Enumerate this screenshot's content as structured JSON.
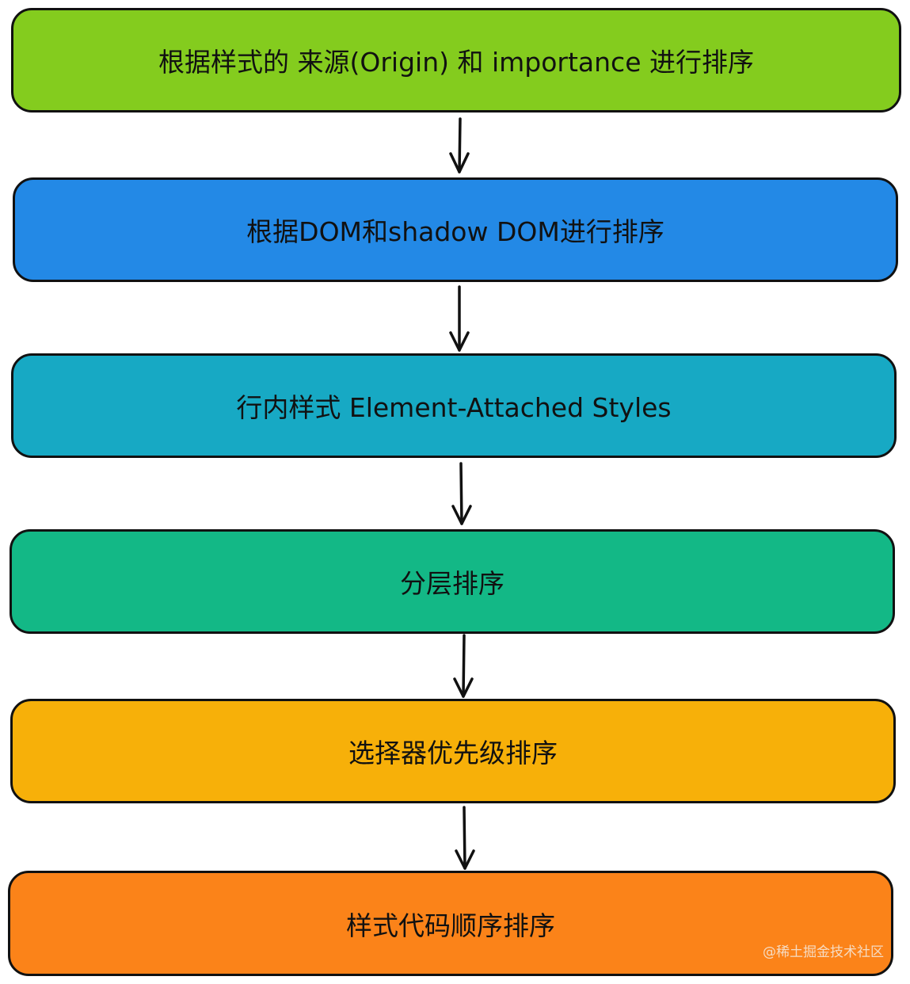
{
  "diagram": {
    "steps": [
      {
        "label": "根据样式的 来源(Origin) 和 importance 进行排序",
        "color": "#84cc1e"
      },
      {
        "label": "根据DOM和shadow DOM进行排序",
        "color": "#2389e6"
      },
      {
        "label": "行内样式 Element-Attached Styles",
        "color": "#17a9c4"
      },
      {
        "label": "分层排序",
        "color": "#13b886"
      },
      {
        "label": "选择器优先级排序",
        "color": "#f7b009"
      },
      {
        "label": "样式代码顺序排序",
        "color": "#fb8319"
      }
    ],
    "watermark": "@稀土掘金技术社区"
  }
}
